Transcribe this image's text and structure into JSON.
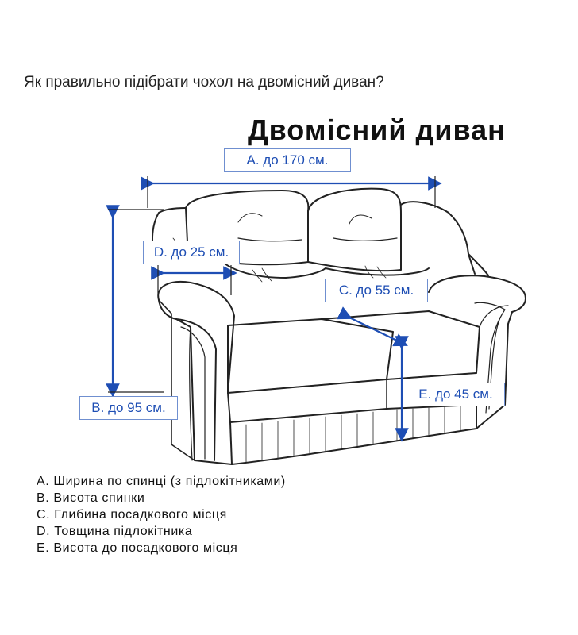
{
  "question": "Як правильно підібрати чохол на двомісний диван?",
  "title": "Двомісний диван",
  "callouts": {
    "a": "A. до 170 см.",
    "b": "B. до 95 см.",
    "c": "C. до 55 см.",
    "d": "D. до 25 см.",
    "e": "E. до 45 см."
  },
  "legend": [
    "A. Ширина по спинці (з підлокітниками)",
    "B. Висота спинки",
    "C. Глибина посадкового місця",
    "D. Товщина підлокітника",
    "E. Висота до посадкового місця"
  ],
  "colors": {
    "measure": "#1e4eb4",
    "outline": "#222222",
    "callout_border": "#6f8fd0"
  }
}
